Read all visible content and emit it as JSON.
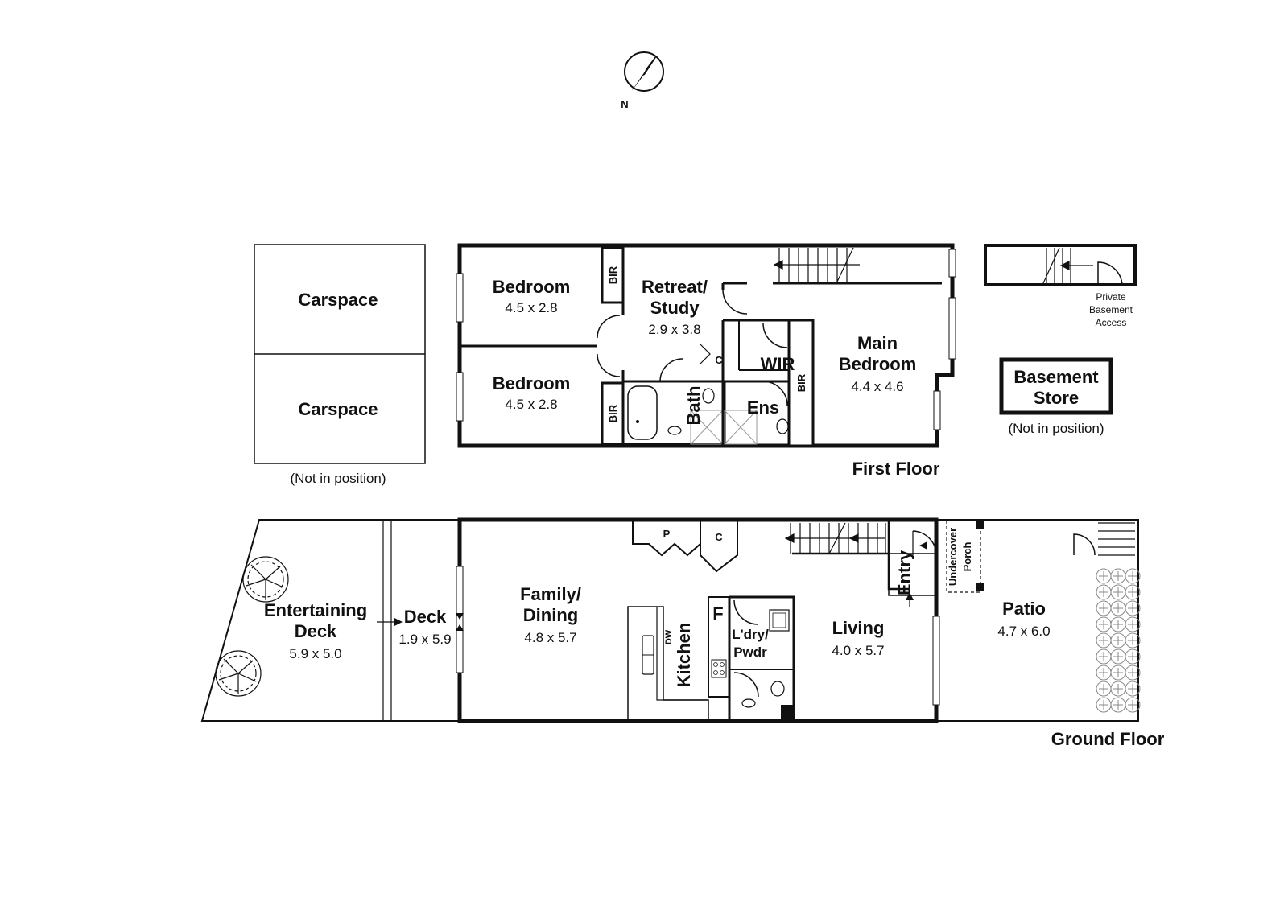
{
  "compass": {
    "label": "N"
  },
  "first_floor": {
    "title": "First Floor",
    "bedroom1": {
      "name": "Bedroom",
      "dims": "4.5 x 2.8"
    },
    "bedroom2": {
      "name": "Bedroom",
      "dims": "4.5 x 2.8"
    },
    "bir": "BIR",
    "retreat": {
      "name_line1": "Retreat/",
      "name_line2": "Study",
      "dims": "2.9 x 3.8"
    },
    "cupboard": "C",
    "bath": "Bath",
    "wir": "WIR",
    "ens": "Ens",
    "main_bedroom": {
      "name_line1": "Main",
      "name_line2": "Bedroom",
      "dims": "4.4 x 4.6"
    }
  },
  "carspace": {
    "label1": "Carspace",
    "label2": "Carspace",
    "note": "(Not in position)"
  },
  "basement": {
    "access_line1": "Private",
    "access_line2": "Basement",
    "access_line3": "Access",
    "store_line1": "Basement",
    "store_line2": "Store",
    "note": "(Not in position)"
  },
  "ground_floor": {
    "title": "Ground Floor",
    "entertaining": {
      "name_line1": "Entertaining",
      "name_line2": "Deck",
      "dims": "5.9 x 5.0"
    },
    "deck": {
      "name": "Deck",
      "dims": "1.9 x 5.9"
    },
    "family": {
      "name_line1": "Family/",
      "name_line2": "Dining",
      "dims": "4.8 x 5.7"
    },
    "pantry": "P",
    "cupboard": "C",
    "fridge": "F",
    "dishwasher": "DW",
    "kitchen": "Kitchen",
    "laundry": {
      "line1": "L'dry/",
      "line2": "Pwdr"
    },
    "living": {
      "name": "Living",
      "dims": "4.0 x 5.7"
    },
    "entry": "Entry",
    "porch": {
      "line1": "Undercover",
      "line2": "Porch"
    },
    "patio": {
      "name": "Patio",
      "dims": "4.7 x 6.0"
    }
  }
}
